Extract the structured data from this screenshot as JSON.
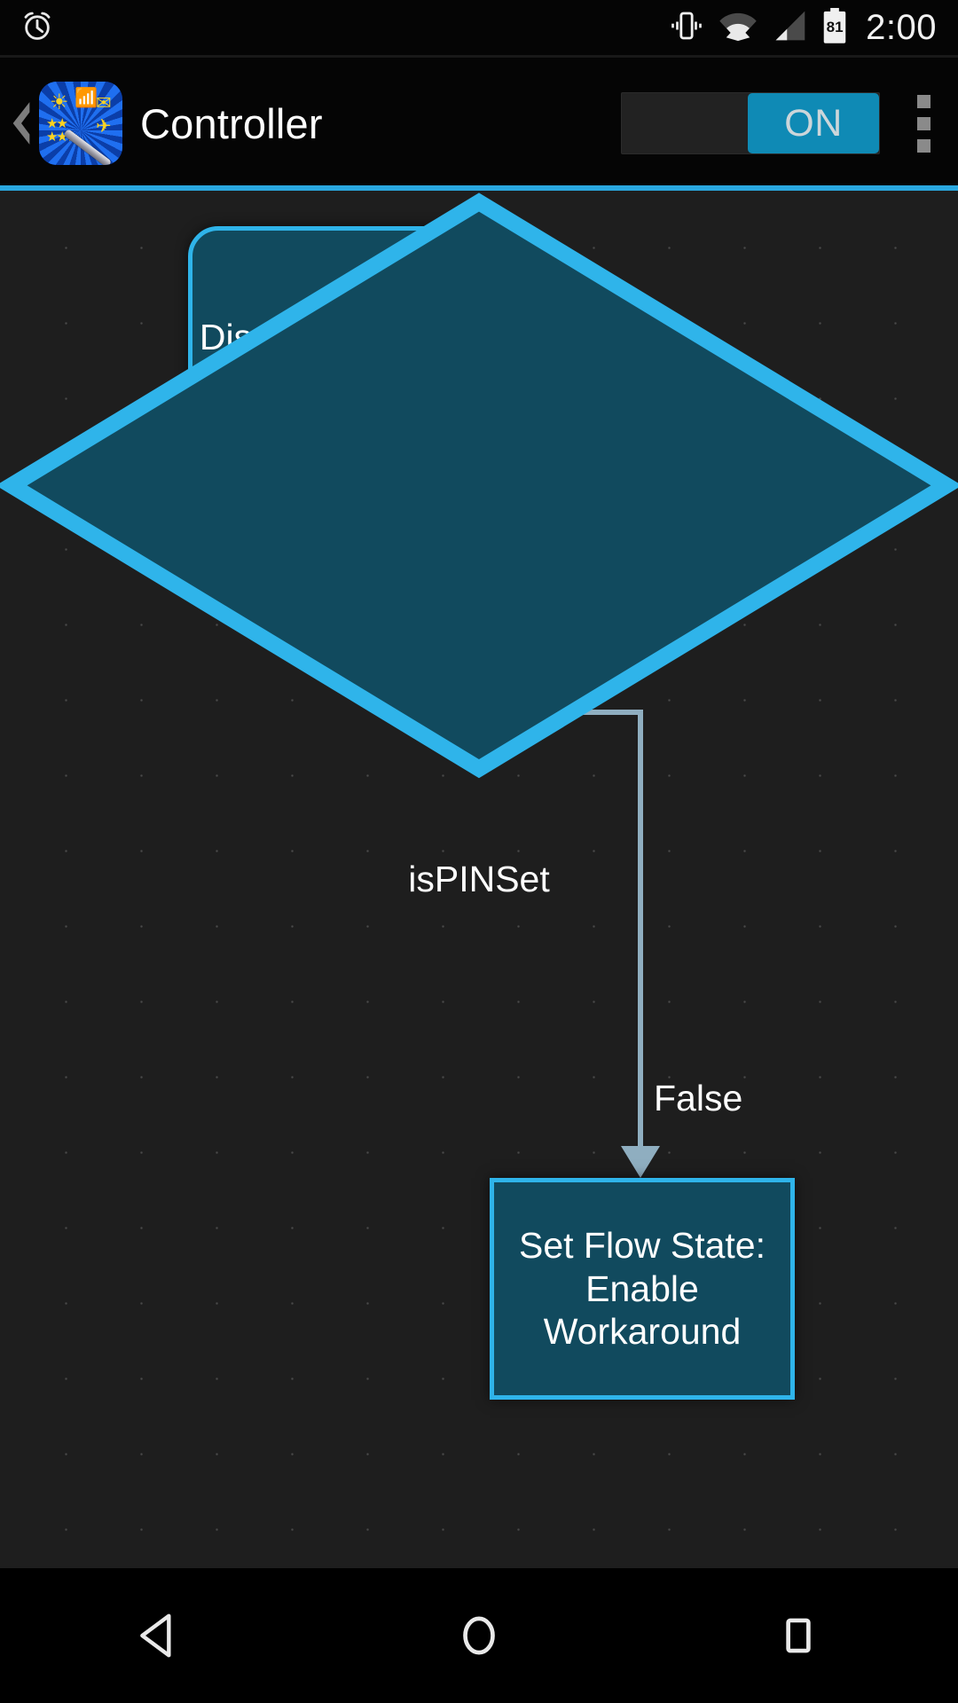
{
  "status_bar": {
    "alarm_icon": "alarm-clock-icon",
    "vibrate_icon": "vibrate-icon",
    "wifi_icon": "wifi-icon",
    "signal_icon": "cell-signal-icon",
    "battery_icon": "battery-icon",
    "battery_level": "81",
    "time": "2:00"
  },
  "action_bar": {
    "back_label": "‹",
    "app_icon": "app-launcher-icon",
    "title": "Controller",
    "toggle": {
      "state_label": "ON",
      "checked": true
    },
    "overflow_label": "overflow-menu-icon"
  },
  "accent_color": "#2aa8e0",
  "canvas": {
    "background": "#1e1e1e",
    "grid_dot_color": "#4a4a4a",
    "node_fill": "#114a5e",
    "node_border": "#2fb4ea",
    "edge_color": "#8faec0"
  },
  "flow": {
    "nodes": [
      {
        "id": "display-state",
        "shape": "rounded-rect",
        "label": "Display State: Off"
      },
      {
        "id": "ispinset",
        "shape": "diamond",
        "label": "isPINSet"
      },
      {
        "id": "set-flow-state",
        "shape": "rect",
        "label": "Set Flow State:\nEnable\nWorkaround"
      }
    ],
    "edges": [
      {
        "from": "display-state",
        "to": "ispinset",
        "label": ""
      },
      {
        "from": "ispinset",
        "to": "set-flow-state",
        "label": "False"
      }
    ]
  },
  "nav_bar": {
    "back": "back-nav-icon",
    "home": "home-nav-icon",
    "recents": "recents-nav-icon"
  }
}
